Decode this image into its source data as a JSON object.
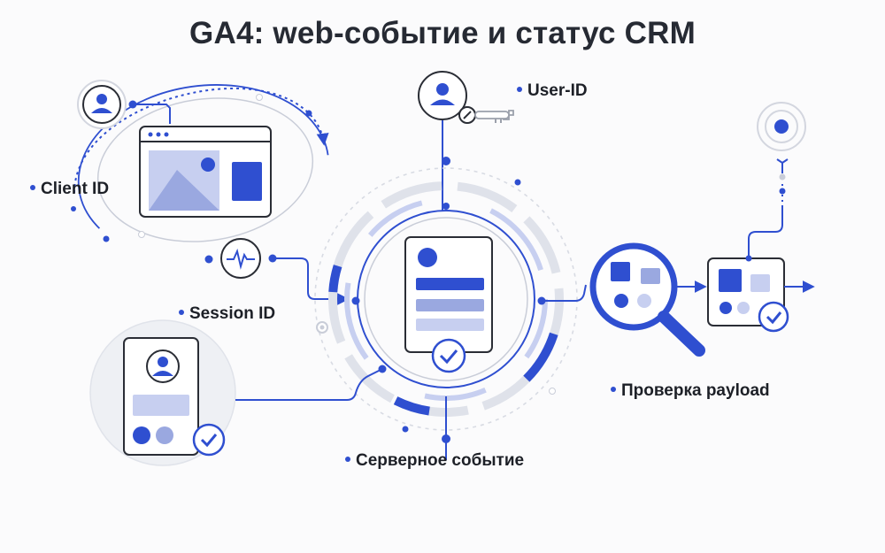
{
  "title": "GA4: web-событие и статус CRM",
  "labels": {
    "client_id": "Client ID",
    "session_id": "Session ID",
    "user_id": "User-ID",
    "server_event": "Серверное событие",
    "payload_check": "Проверка payload"
  },
  "colors": {
    "accent": "#2f4fd0",
    "accent_light": "#9aa8e0",
    "accent_pale": "#c7cff0",
    "ring_gray": "#d3d6df",
    "card_stroke": "#2a2d35",
    "text": "#1d2027"
  },
  "icons": [
    "user-avatar-icon",
    "key-icon",
    "browser-window-icon",
    "image-placeholder-icon",
    "heartbeat-icon",
    "user-profile-card-icon",
    "check-badge-icon",
    "magnifier-icon",
    "signal-target-icon",
    "crm-card-icon"
  ]
}
